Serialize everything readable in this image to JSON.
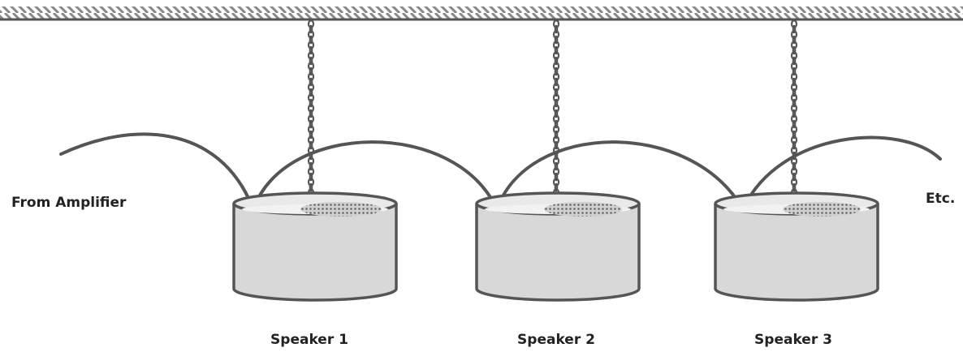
{
  "labels": {
    "source": "From Amplifier",
    "continuation": "Etc.",
    "speakers": [
      "Speaker 1",
      "Speaker 2",
      "Speaker 3"
    ]
  },
  "colors": {
    "outline": "#555555",
    "speaker_body": "#d8d8d8",
    "speaker_top": "#e9e9e9",
    "grille": "#888888",
    "ceiling_hatch": "#888888",
    "cable": "#555555"
  }
}
